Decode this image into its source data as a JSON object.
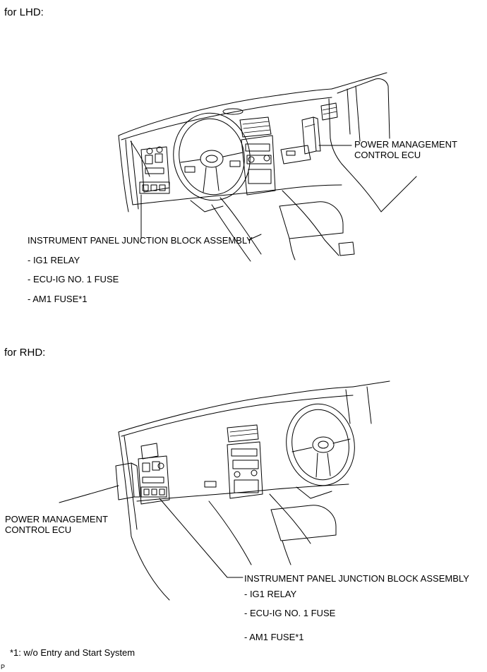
{
  "lhd": {
    "heading": "for LHD:",
    "ecu_label": "POWER MANAGEMENT\nCONTROL ECU",
    "junction_label": "INSTRUMENT PANEL JUNCTION BLOCK ASSEMBLY",
    "items": [
      "- IG1 RELAY",
      "- ECU-IG NO. 1 FUSE",
      "- AM1 FUSE*1"
    ]
  },
  "rhd": {
    "heading": "for RHD:",
    "ecu_label": "POWER MANAGEMENT\nCONTROL ECU",
    "junction_label": "INSTRUMENT PANEL JUNCTION BLOCK ASSEMBLY",
    "items": [
      "- IG1 RELAY",
      "- ECU-IG NO. 1 FUSE",
      "- AM1 FUSE*1"
    ]
  },
  "footnote": "*1: w/o Entry and Start System",
  "corner_mark": "P"
}
